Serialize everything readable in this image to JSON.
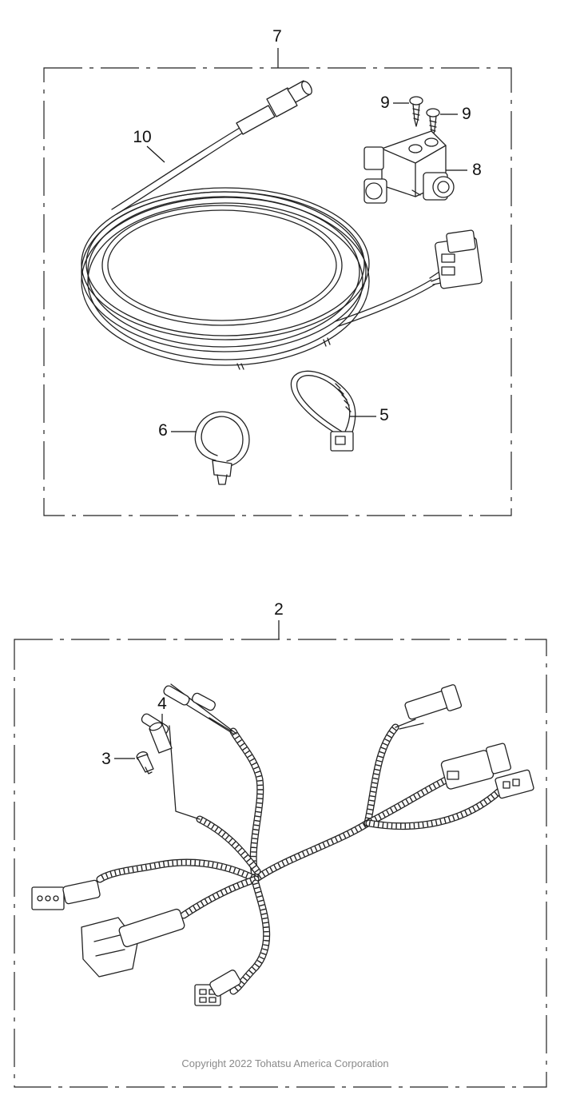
{
  "upper_kit": {
    "assembly_callout": "7",
    "callouts": {
      "cable": "10",
      "screw_left": "9",
      "screw_right": "9",
      "t_connector": "8",
      "tie_band": "5",
      "clip_band": "6"
    }
  },
  "lower_kit": {
    "assembly_callout": "2",
    "callouts": {
      "cap": "4",
      "plug": "3"
    }
  },
  "footer": {
    "copyright": "Copyright 2022 Tohatsu America Corporation"
  }
}
